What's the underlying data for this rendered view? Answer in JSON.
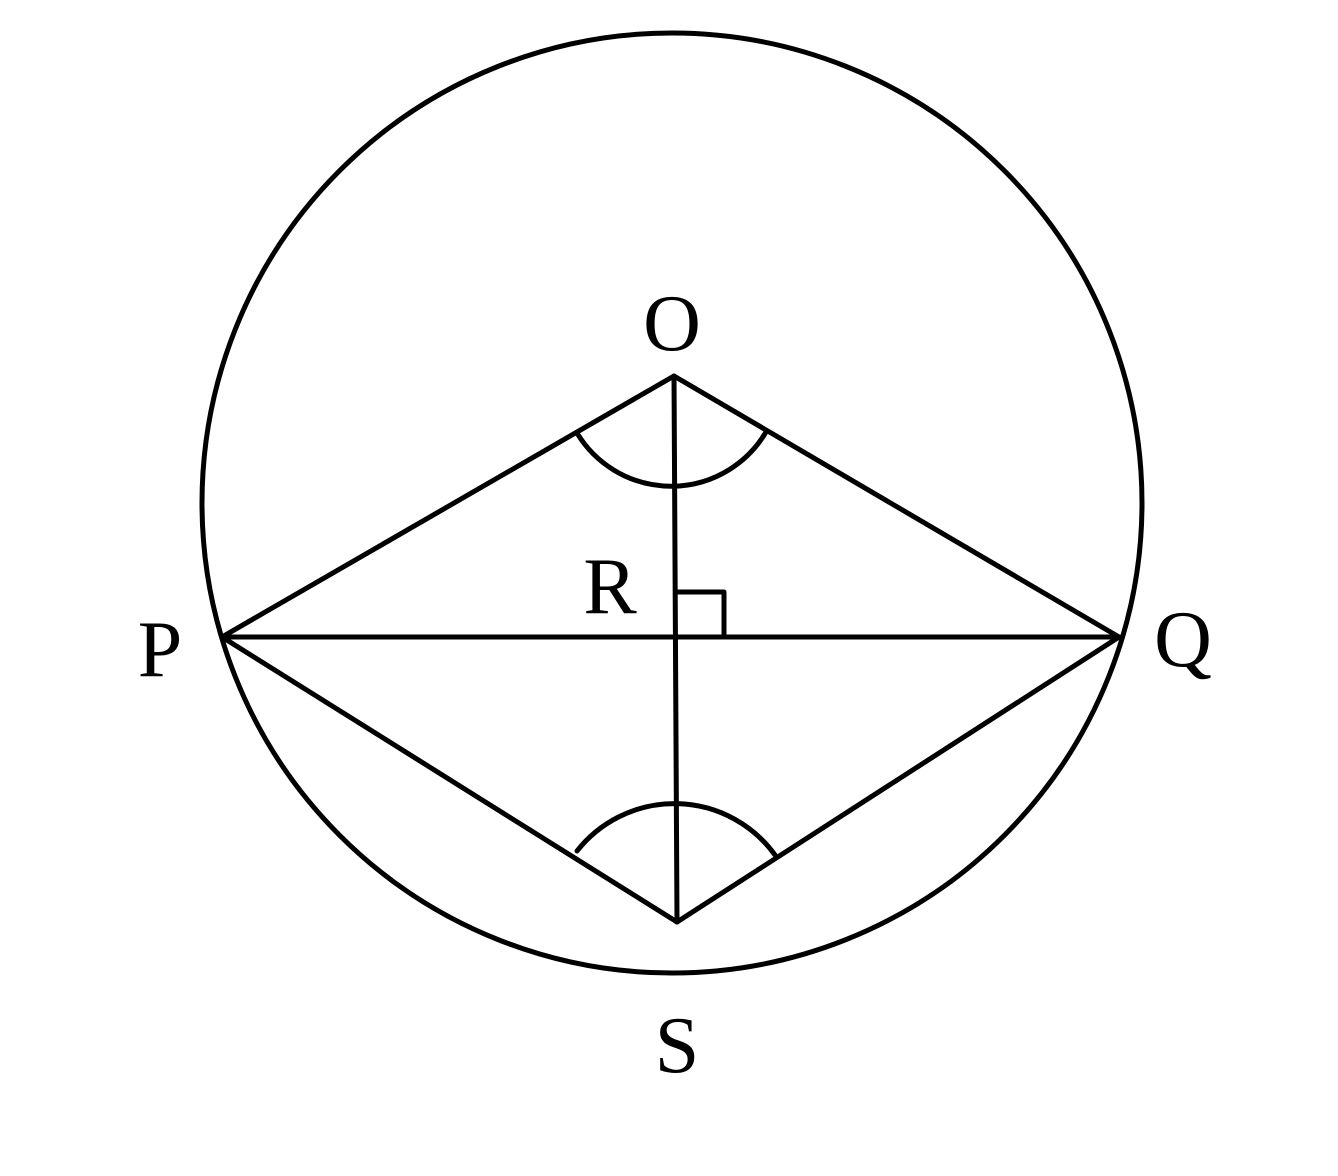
{
  "diagram": {
    "points": {
      "O": "O",
      "P": "P",
      "Q": "Q",
      "R": "R",
      "S": "S"
    },
    "colors": {
      "stroke": "#000000",
      "background": "#ffffff"
    }
  }
}
